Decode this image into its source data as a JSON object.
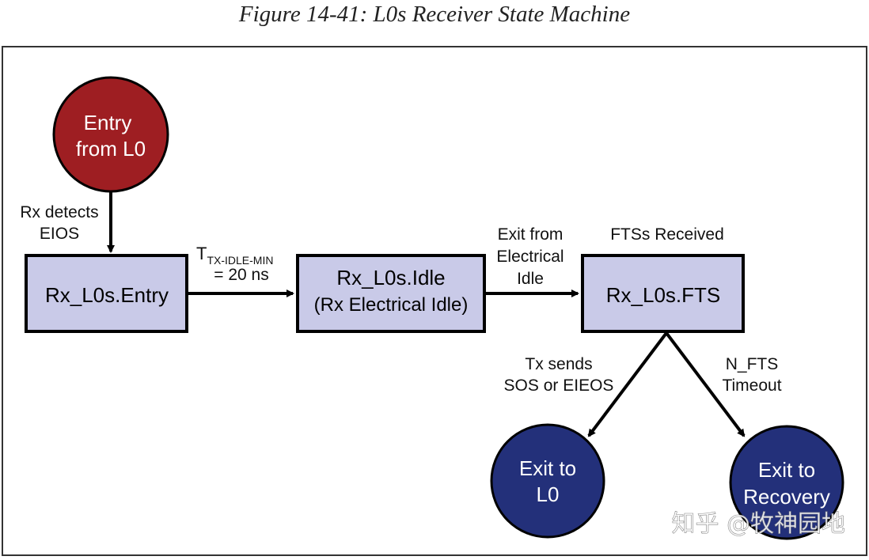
{
  "caption": "Figure 14-41: L0s Receiver State Machine",
  "colors": {
    "entry_circle": "#9E1E22",
    "exit_circle": "#23307A",
    "state_box": "#C9CAE8",
    "stroke": "#000000",
    "frame": "#333333"
  },
  "nodes": {
    "entry": {
      "line1": "Entry",
      "line2": "from L0"
    },
    "rx_entry": {
      "label": "Rx_L0s.Entry"
    },
    "rx_idle": {
      "line1": "Rx_L0s.Idle",
      "line2": "(Rx Electrical Idle)"
    },
    "rx_fts": {
      "label": "Rx_L0s.FTS"
    },
    "exit_l0": {
      "line1": "Exit to",
      "line2": "L0"
    },
    "exit_recovery": {
      "line1": "Exit to",
      "line2": "Recovery"
    }
  },
  "edges": {
    "eios": {
      "line1": "Rx detects",
      "line2": "EIOS"
    },
    "idle_min": {
      "t": "T",
      "sub": "TX-IDLE-MIN",
      "line2": "= 20 ns"
    },
    "exit_idle": {
      "line1": "Exit from",
      "line2": "Electrical",
      "line3": "Idle"
    },
    "fts_received": {
      "label": "FTSs Received"
    },
    "tx_sends": {
      "line1": "Tx sends",
      "line2": "SOS or EIEOS"
    },
    "nfts": {
      "line1": "N_FTS",
      "line2": "Timeout"
    }
  },
  "watermark": "知乎 @牧神园地"
}
